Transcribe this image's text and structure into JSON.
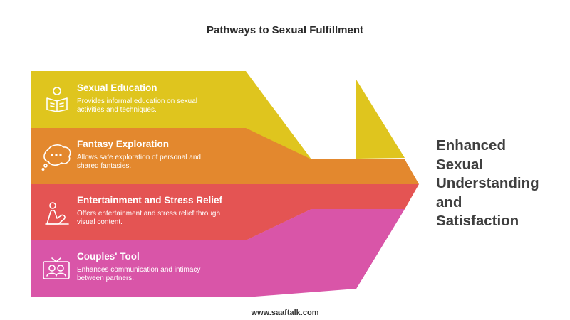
{
  "title": "Pathways to Sexual Fulfillment",
  "bands": [
    {
      "title": "Sexual Education",
      "desc_lines": [
        "Provides informal education on sexual",
        "activities and techniques."
      ],
      "color": "#DFC51E",
      "icon": "book-reader-icon"
    },
    {
      "title": "Fantasy Exploration",
      "desc_lines": [
        "Allows safe exploration of personal and",
        "shared fantasies."
      ],
      "color": "#E3882E",
      "icon": "thought-bubble-icon"
    },
    {
      "title": "Entertainment and Stress Relief",
      "desc_lines": [
        "Offers entertainment and stress relief through",
        "visual content."
      ],
      "color": "#E45453",
      "icon": "relaxing-person-icon"
    },
    {
      "title": "Couples' Tool",
      "desc_lines": [
        "Enhances communication and intimacy",
        "between partners."
      ],
      "color": "#D955A8",
      "icon": "tv-couple-icon"
    }
  ],
  "outcome_lines": [
    "Enhanced",
    "Sexual",
    "Understanding",
    "and",
    "Satisfaction"
  ],
  "footer": "www.saaftalk.com"
}
